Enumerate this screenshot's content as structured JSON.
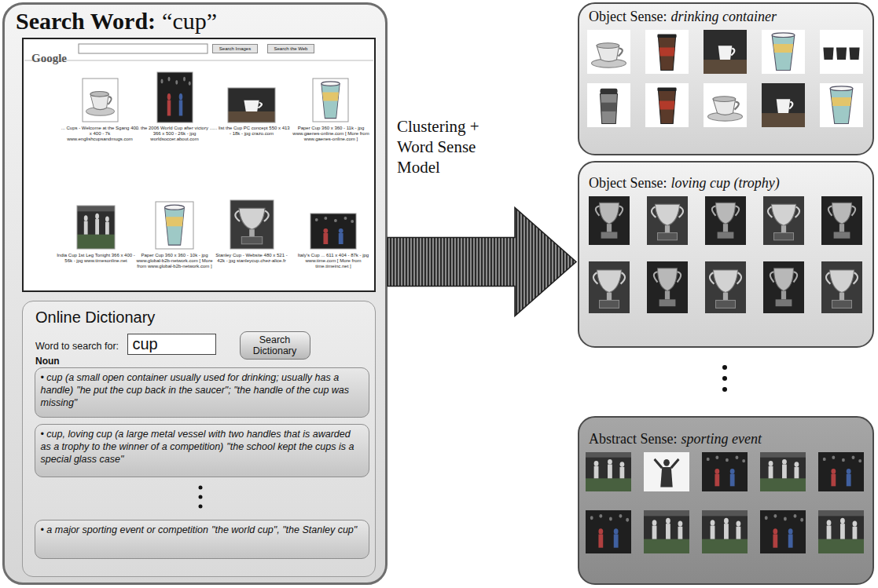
{
  "diagram": {
    "nodes": [
      {
        "text": [
          "Search Word:",
          "“cup”"
        ]
      },
      {
        "text": [
          "Google"
        ],
        "in": 0
      },
      {
        "text": [
          "Search Images"
        ],
        "in": 1
      },
      {
        "text": [
          "Search the Web"
        ],
        "in": 1
      },
      {
        "text": [
          "Online Dictionary",
          "Word to search for:",
          "Noun"
        ],
        "in": 0
      },
      {
        "text": [
          "cup"
        ],
        "in": 4
      },
      {
        "text": [
          "Search Dictionary"
        ],
        "in": 4
      },
      {
        "text": [
          "• cup (a small open container usually used for drinking; usually has a handle)",
          "\"he put the cup back in the saucer\"; \"the handle of the cup was missing\""
        ],
        "in": 4
      },
      {
        "text": [
          "• cup, loving cup (a large metal vessel with two handles that is awarded as a trophy to the winner of a competition)",
          "\"the school kept the cups is a special glass case\""
        ],
        "in": 4
      },
      {
        "text": [
          "• a major sporting event or competition",
          "\"the world cup\", \"the Stanley cup\""
        ],
        "in": 4
      },
      {
        "text": [
          "Object Sense:",
          "drinking container"
        ]
      },
      {
        "text": [
          "Object Sense:",
          "loving cup (trophy)"
        ]
      },
      {
        "text": [
          "Abstract Sense:",
          "sporting event"
        ]
      }
    ],
    "edges": [
      {
        "from": 0,
        "to": 11,
        "arrow": "to"
      }
    ],
    "labels": [
      "Clustering + Word Sense Model",
      "... Cups - Welcome at the Sgang 400 x 400 - 7k www.englishcupsandmugs.com",
      "... the 2006 World Cup after victory ... 366 x 500 - 26k - jpg worldsoccer.about.com",
      "... list the Cup PC concept 550 x 413 - 18k - jpg crazo.com",
      "Paper Cup 360 x 360 - 11k - jpg www.gaenes-online.com [ More from www.gaenes-online.com ]",
      "India Cup 1st Leg Tonight 366 x 400 - 56k - jpg www.timesonline.net",
      "Paper Cup 360 x 360 - 10k - jpg www.global-b2b-network.com [ More from www.global-b2b-network.com ]",
      "Stanley Cup - Website 480 x 521 - 42k - jpg stanleycup.chez-alice.fr",
      "Italy's Cup ... 611 x 404 - 87k - jpg www.time.com [ More from time.timeinc.net ]"
    ]
  }
}
